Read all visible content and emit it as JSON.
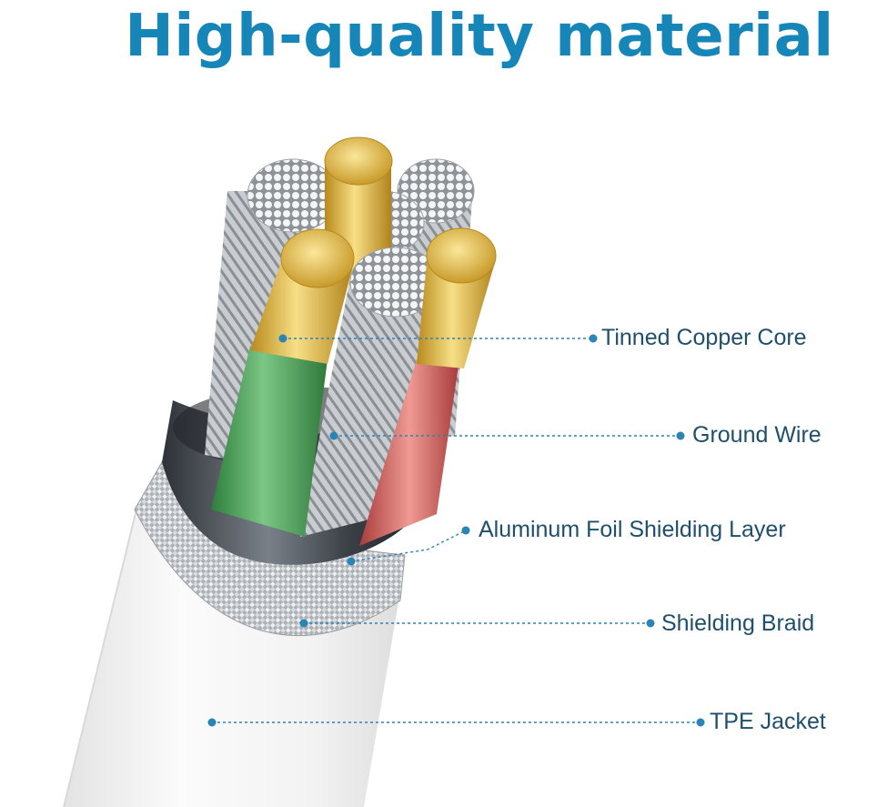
{
  "title": "High-quality material",
  "colors": {
    "title": "#1686b9",
    "label_text": "#1f4f6b",
    "leader": "#2a84b4",
    "gold": "#d8b140",
    "green_insulation": "#3f9a4e",
    "red_insulation": "#cf5a5a",
    "braid": "#b9bcc0",
    "foil": "#444a52",
    "jacket": "#f4f4f4"
  },
  "labels": [
    {
      "id": "tinned-copper-core",
      "text": "Tinned Copper Core"
    },
    {
      "id": "ground-wire",
      "text": "Ground Wire"
    },
    {
      "id": "aluminum-foil",
      "text": "Aluminum Foil Shielding Layer"
    },
    {
      "id": "shielding-braid",
      "text": "Shielding Braid"
    },
    {
      "id": "tpe-jacket",
      "text": "TPE Jacket"
    }
  ]
}
